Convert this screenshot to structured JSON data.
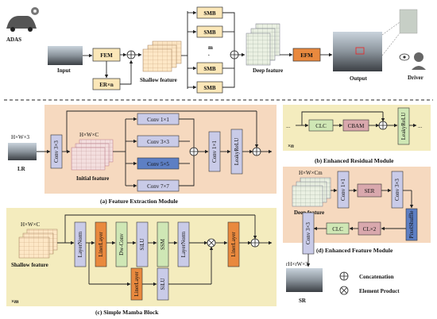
{
  "top": {
    "adas": "ADAS",
    "input": "Input",
    "fem": "FEM",
    "er": "ER×n",
    "shallow": "Shallow feature",
    "smb": "SMB",
    "m": "m",
    "deep": "Deep feature",
    "efm": "EFM",
    "output": "Output",
    "driver": "Driver"
  },
  "fe": {
    "lr": "LR",
    "hw3": "H×W×3",
    "conv3x3": "Conv 3×3",
    "hwc": "H×W×C",
    "initial": "Initial feature",
    "c11": "Conv 1×1",
    "c33": "Conv 3×3",
    "c55": "Conv 5×5",
    "c77": "Conv 7×7",
    "conv1x1": "Conv 1×1",
    "lrelu": "LeakyReLU",
    "caption": "(a) Feature Extraction Module"
  },
  "er": {
    "clc": "CLC",
    "cbam": "CBAM",
    "lrelu": "LeakyReLU",
    "dots": "...",
    "xn": "×n",
    "caption": "(b) Enhanced Residual Module"
  },
  "smb": {
    "hwc": "H×W×C",
    "shallow": "Shallow feature",
    "layernorm": "LayerNorm",
    "linerlayer": "LinerLayer",
    "dwconv": "Dw-Conv",
    "silu": "SiLU",
    "ssm": "SSM",
    "xm": "×m",
    "caption": "(c) Simple Mamba Block"
  },
  "ef": {
    "hwcm": "H×W×Cm",
    "deep": "Deep feature",
    "c11": "Conv 1×1",
    "ser": "SER",
    "c33": "Conv 3×3",
    "pixelshuffle": "PixelShuffle",
    "clx2": "CL×2",
    "clc": "CLC",
    "caption": "(d) Enhanced Feature Module"
  },
  "legend": {
    "sr": "SR",
    "srdim": "rH×rW×3",
    "concat": "Concatenation",
    "product": "Element Product"
  },
  "colors": {
    "orange_bg": "#f6d9bf",
    "yellow_bg": "#f4ecbe",
    "lavender_box": "#c9cbe8",
    "green_box": "#cfe7b5",
    "pink_box": "#d9a8ad",
    "orange_box": "#e9893e",
    "cream_box": "#fbe7b8",
    "blue_box": "#5d7fc4"
  }
}
